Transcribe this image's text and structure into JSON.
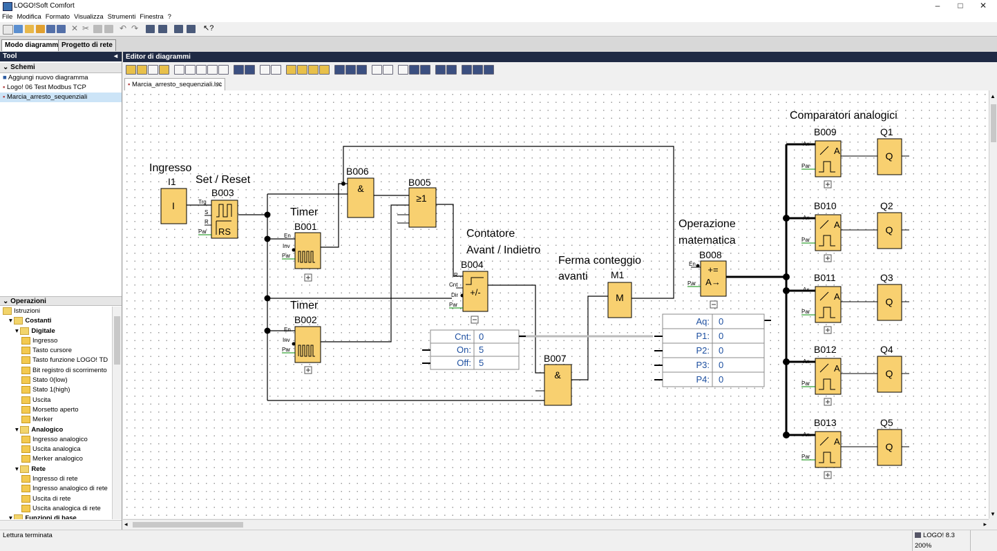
{
  "window": {
    "title": "LOGO!Soft Comfort",
    "minimize": "–",
    "maximize": "□",
    "close": "✕"
  },
  "menu": [
    "File",
    "Modifica",
    "Formato",
    "Visualizza",
    "Strumenti",
    "Finestra",
    "?"
  ],
  "mode_tabs": {
    "active": "Modo diagramma",
    "inactive": "Progetto di rete"
  },
  "tool_panel": {
    "title": "Tool",
    "schemes_title": "Schemi",
    "schemes": [
      "Aggiungi nuovo diagramma",
      "Logo! 06 Test Modbus TCP",
      "Marcia_arresto_sequenziali"
    ],
    "operations_title": "Operazioni",
    "tree": [
      {
        "label": "Istruzioni",
        "level": 0,
        "type": "folder"
      },
      {
        "label": "Costanti",
        "level": 1,
        "type": "folder",
        "bold": true
      },
      {
        "label": "Digitale",
        "level": 2,
        "type": "folder",
        "bold": true
      },
      {
        "label": "Ingresso",
        "level": 3,
        "type": "leaf",
        "code": "I"
      },
      {
        "label": "Tasto cursore",
        "level": 3,
        "type": "leaf",
        "code": "C"
      },
      {
        "label": "Tasto funzione LOGO! TD",
        "level": 3,
        "type": "leaf",
        "code": "F"
      },
      {
        "label": "Bit registro di scorrimento",
        "level": 3,
        "type": "leaf",
        "code": "S"
      },
      {
        "label": "Stato 0(low)",
        "level": 3,
        "type": "leaf",
        "code": "lo"
      },
      {
        "label": "Stato 1(high)",
        "level": 3,
        "type": "leaf",
        "code": "hi"
      },
      {
        "label": "Uscita",
        "level": 3,
        "type": "leaf",
        "code": "Q"
      },
      {
        "label": "Morsetto aperto",
        "level": 3,
        "type": "leaf",
        "code": "X"
      },
      {
        "label": "Merker",
        "level": 3,
        "type": "leaf",
        "code": "M"
      },
      {
        "label": "Analogico",
        "level": 2,
        "type": "folder",
        "bold": true
      },
      {
        "label": "Ingresso analogico",
        "level": 3,
        "type": "leaf",
        "code": "AI"
      },
      {
        "label": "Uscita analogica",
        "level": 3,
        "type": "leaf",
        "code": "AQ"
      },
      {
        "label": "Merker analogico",
        "level": 3,
        "type": "leaf",
        "code": "AM"
      },
      {
        "label": "Rete",
        "level": 2,
        "type": "folder",
        "bold": true
      },
      {
        "label": "Ingresso di rete",
        "level": 3,
        "type": "leaf",
        "code": "I"
      },
      {
        "label": "Ingresso analogico di rete",
        "level": 3,
        "type": "leaf",
        "code": "AI"
      },
      {
        "label": "Uscita di rete",
        "level": 3,
        "type": "leaf",
        "code": "Q"
      },
      {
        "label": "Uscita analogica di rete",
        "level": 3,
        "type": "leaf",
        "code": "AQ"
      },
      {
        "label": "Funzioni di base",
        "level": 1,
        "type": "folder",
        "bold": true
      }
    ]
  },
  "editor": {
    "title": "Editor di diagrammi",
    "file_tab": "Marcia_arresto_sequenziali.lsc",
    "file_tab_close": "✕"
  },
  "diagram": {
    "labels": {
      "ingresso": "Ingresso",
      "set_reset": "Set / Reset",
      "timer1": "Timer",
      "timer2": "Timer",
      "contatore1": "Contatore",
      "contatore2": "Avant / Indietro",
      "ferma1": "Ferma conteggio",
      "ferma2": "avanti",
      "operazione1": "Operazione",
      "operazione2": "matematica",
      "comparatori": "Comparatori analogici"
    },
    "blocks": {
      "I1": {
        "name": "I1",
        "symbol": "I"
      },
      "B003": {
        "name": "B003",
        "symbol": "RS",
        "pins": [
          "Trg",
          "S",
          "R",
          "Par"
        ]
      },
      "B001": {
        "name": "B001",
        "pins": [
          "En",
          "Inv",
          "Par"
        ]
      },
      "B002": {
        "name": "B002",
        "pins": [
          "En",
          "Inv",
          "Par"
        ]
      },
      "B006": {
        "name": "B006",
        "symbol": "&"
      },
      "B005": {
        "name": "B005",
        "symbol": "≥1"
      },
      "B004": {
        "name": "B004",
        "symbol": "+/-",
        "pins": [
          "R",
          "Cnt",
          "Dir",
          "Par"
        ]
      },
      "B007": {
        "name": "B007",
        "symbol": "&"
      },
      "M1": {
        "name": "M1",
        "symbol": "M"
      },
      "B008": {
        "name": "B008",
        "symbol1": "+=",
        "symbol2": "A→",
        "pins": [
          "En",
          "Par"
        ]
      }
    },
    "comparators": [
      {
        "name": "B009",
        "out": "Q1"
      },
      {
        "name": "B010",
        "out": "Q2"
      },
      {
        "name": "B011",
        "out": "Q3"
      },
      {
        "name": "B012",
        "out": "Q4"
      },
      {
        "name": "B013",
        "out": "Q5"
      }
    ],
    "comparator_symbol": "A",
    "comparator_pins": [
      "Ax",
      "Par"
    ],
    "output_symbol": "Q",
    "counter_params": [
      {
        "label": "Cnt:",
        "value": "0"
      },
      {
        "label": "On:",
        "value": "5"
      },
      {
        "label": "Off:",
        "value": "5"
      }
    ],
    "math_params": [
      {
        "label": "Aq:",
        "value": "0"
      },
      {
        "label": "P1:",
        "value": "0"
      },
      {
        "label": "P2:",
        "value": "0"
      },
      {
        "label": "P3:",
        "value": "0"
      },
      {
        "label": "P4:",
        "value": "0"
      }
    ]
  },
  "status": {
    "left": "Lettura terminata",
    "right": "LOGO! 8.3 200%"
  }
}
